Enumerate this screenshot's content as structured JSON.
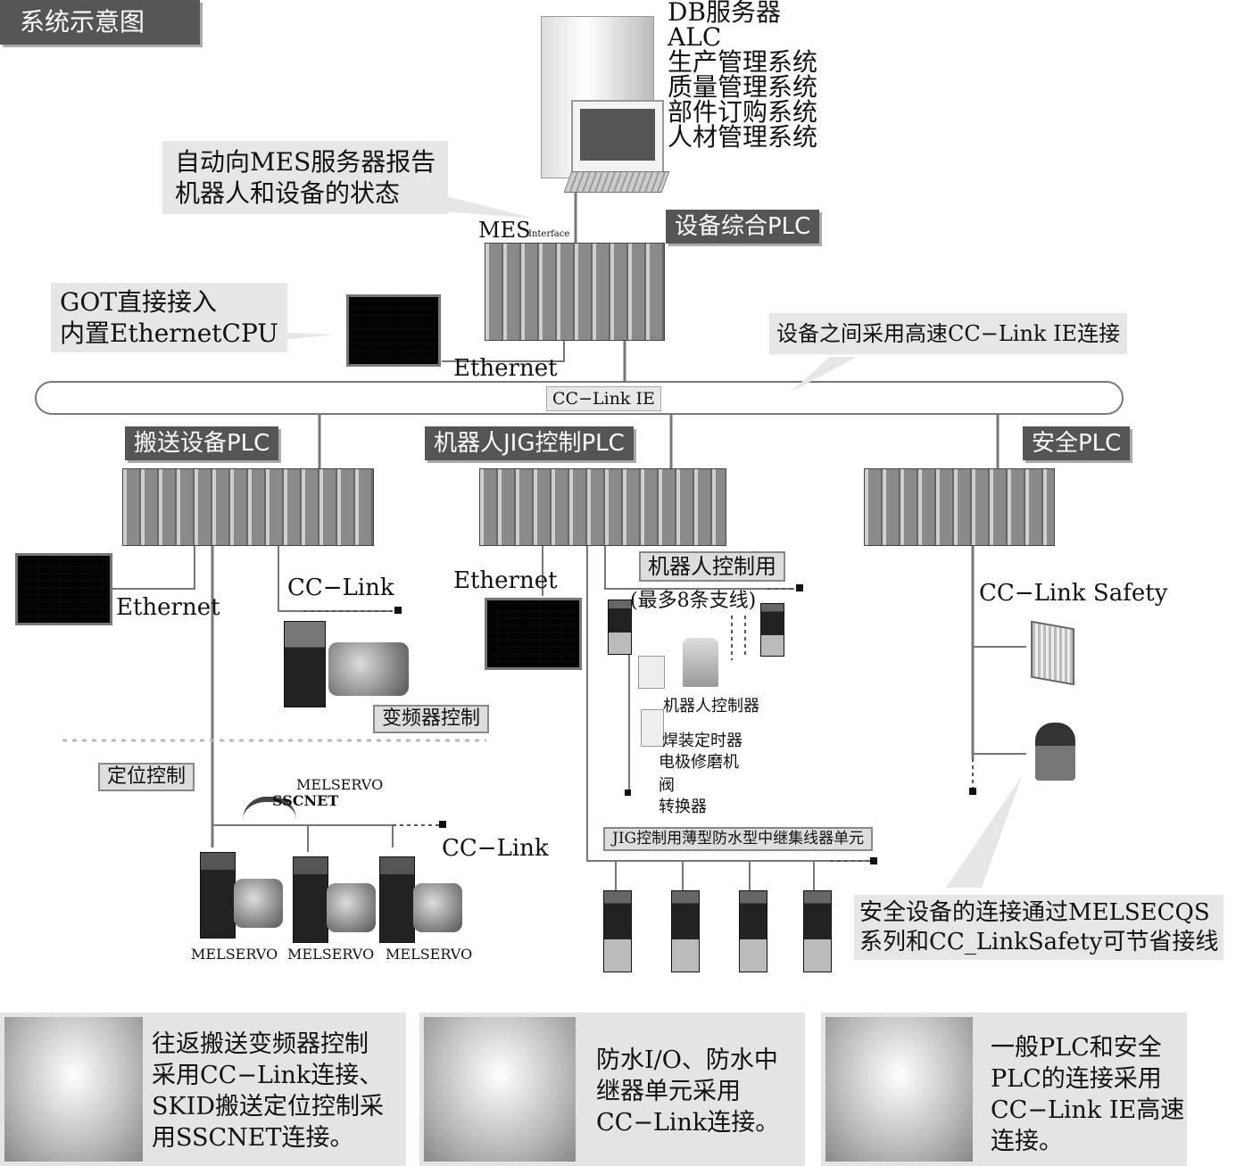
{
  "header": {
    "title": "系统示意图"
  },
  "server": {
    "list": [
      "DB服务器",
      "ALC",
      "生产管理系统",
      "质量管理系统",
      "部件订购系统",
      "人材管理系统"
    ],
    "tag": "设备综合PLC",
    "mes_label": "MES",
    "mes_sub": "Interface"
  },
  "callouts": {
    "mes_report": [
      "自动向MES服务器报告",
      "机器人和设备的状态"
    ],
    "got_direct": [
      "GOT直接接入",
      "内置EthernetCPU"
    ],
    "high_speed": "设备之间采用高速CC−Link IE连接",
    "safety_note": [
      "安全设备的连接通过MELSECQS",
      "系列和CC_LinkSafety可节省接线"
    ]
  },
  "network": {
    "bus_label": "CC−Link IE",
    "ethernet_top": "Ethernet",
    "ethernet_left": "Ethernet",
    "ethernet_mid": "Ethernet",
    "cc_link_left": "CC−Link",
    "cc_link_servo": "CC−Link",
    "cc_link_safety": "CC−Link Safety"
  },
  "plcs": {
    "conveyor": "搬送设备PLC",
    "robot_jig": "机器人JIG控制PLC",
    "safety": "安全PLC"
  },
  "labels": {
    "inverter": "变频器控制",
    "positioning": "定位控制",
    "melservo_sscnet": [
      "MELSERVO",
      "SSCNET"
    ],
    "servos": [
      "MELSERVO",
      "MELSERVO",
      "MELSERVO"
    ],
    "robot_use": "机器人控制用",
    "max_branches": "(最多8条支线)",
    "robot_controller": "机器人控制器",
    "robot_devices": [
      "焊装定时器",
      "电极修磨机",
      "阀",
      "转换器"
    ],
    "jig_hub": "JIG控制用薄型防水型中继集线器单元"
  },
  "bottom": {
    "panel1": [
      "往返搬送变频器控制",
      "采用CC−Link连接、",
      "SKID搬送定位控制采",
      "用SSCNET连接。"
    ],
    "panel2": [
      "防水I/O、防水中",
      "继器单元采用",
      "CC−Link连接。"
    ],
    "panel3": [
      "一般PLC和安全",
      "PLC的连接采用",
      "CC−Link IE高速",
      "连接。"
    ]
  }
}
